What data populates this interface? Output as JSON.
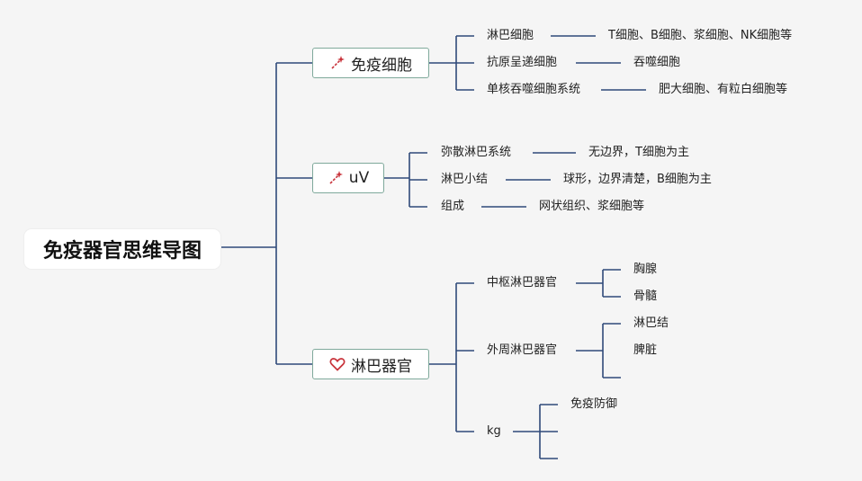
{
  "root": {
    "label": "免疫器官思维导图"
  },
  "branches": [
    {
      "label": "免疫细胞",
      "icon": "sparkle-wand-icon",
      "children": [
        {
          "label": "淋巴细胞",
          "detail": "T细胞、B细胞、浆细胞、NK细胞等"
        },
        {
          "label": "抗原呈递细胞",
          "detail": "吞噬细胞"
        },
        {
          "label": "单核吞噬细胞系统",
          "detail": "肥大细胞、有粒白细胞等"
        }
      ]
    },
    {
      "label": "uV",
      "icon": "sparkle-wand-icon",
      "children": [
        {
          "label": "弥散淋巴系统",
          "detail": "无边界，T细胞为主"
        },
        {
          "label": "淋巴小结",
          "detail": "球形，边界清楚，B细胞为主"
        },
        {
          "label": "组成",
          "detail": "网状组织、浆细胞等"
        }
      ]
    },
    {
      "label": "淋巴器官",
      "icon": "heart-icon",
      "children": [
        {
          "label": "中枢淋巴器官",
          "subs": [
            "胸腺",
            "骨髓"
          ]
        },
        {
          "label": "外周淋巴器官",
          "subs": [
            "淋巴结",
            "脾脏"
          ]
        },
        {
          "label": "kg",
          "subs": [
            "免疫防御",
            ""
          ]
        }
      ]
    }
  ],
  "colors": {
    "line": "#2f4a7a",
    "topic_border": "#7fa99b",
    "icon_red": "#c8323a",
    "background": "#f5f5f5"
  }
}
